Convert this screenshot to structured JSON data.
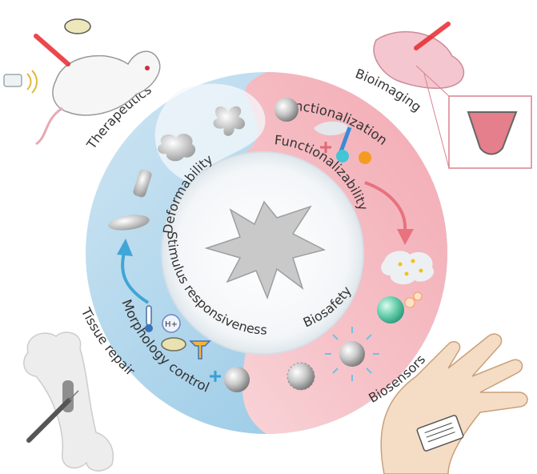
{
  "inner_ring": {
    "deformability": "Deformability",
    "functionalizability": "Functionalizability",
    "stimulus_responsiveness": "Stimulus responsiveness",
    "biosafety": "Biosafety"
  },
  "middle_ring": {
    "functionalization": "Functionalization",
    "morphology_control": "Morphology control"
  },
  "applications": {
    "therapeutics": "Therapeutics",
    "bioimaging": "Bioimaging",
    "tissue_repair": "Tissue repair",
    "biosensors": "Biosensors"
  },
  "stimulus_icons": {
    "proton": "H+"
  },
  "colors": {
    "blue_ring": "#b9d8ea",
    "pink_ring": "#f2b7be",
    "arrow_blue": "#3fa6d6",
    "arrow_pink": "#e8727e",
    "plus_pink": "#e46878",
    "plus_blue": "#3aa0d2",
    "laser_red": "#e8282e"
  }
}
